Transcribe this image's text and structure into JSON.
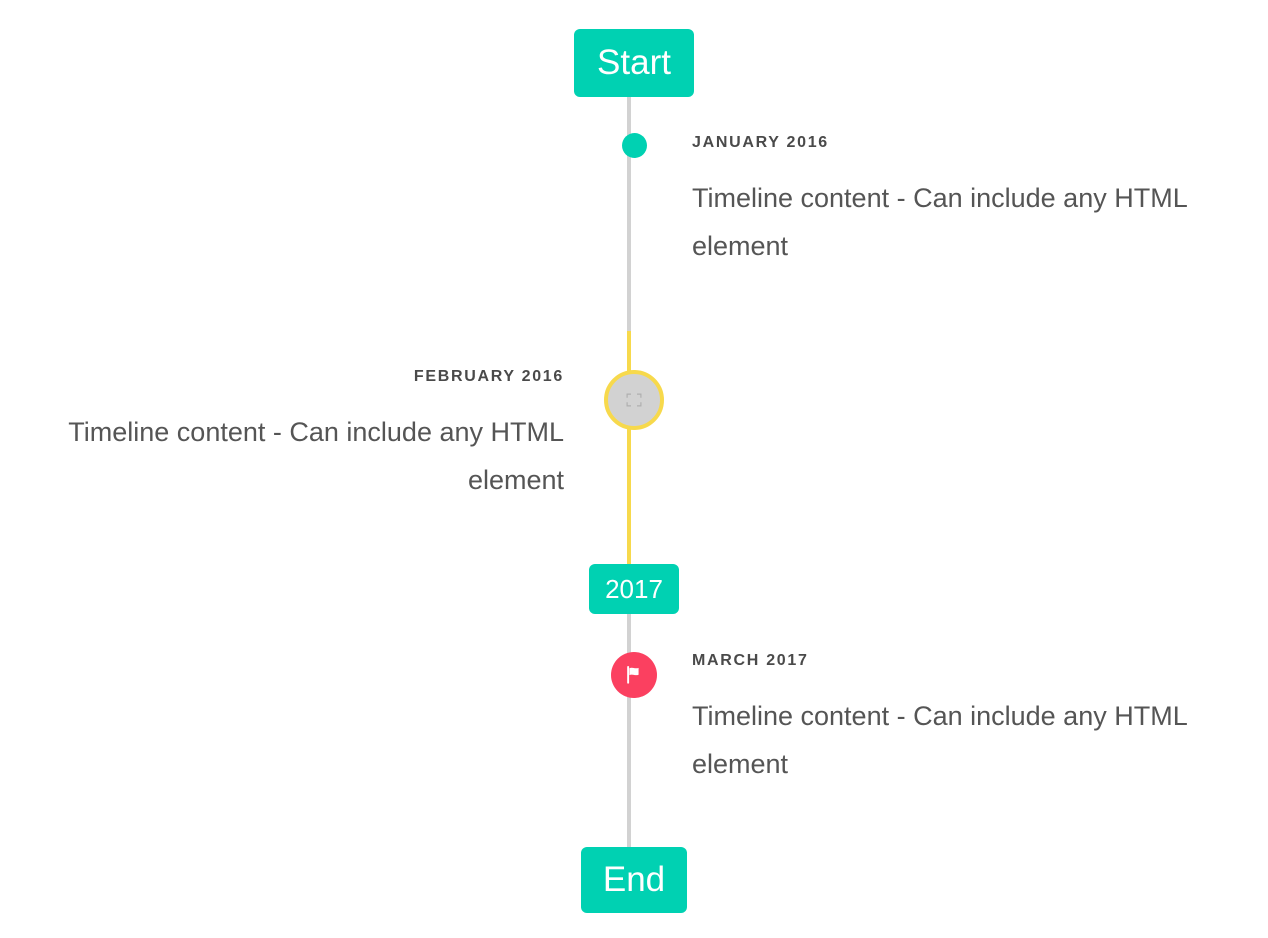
{
  "theme": {
    "accent_teal": "#00d1b2",
    "accent_yellow": "#f7d94c",
    "accent_pink": "#fb4060",
    "rail_grey": "#d2d2d2",
    "date_text": "#4a4a4a",
    "body_text": "#555555",
    "background": "#ffffff"
  },
  "timeline": {
    "start_label": "Start",
    "year_label": "2017",
    "end_label": "End",
    "events": [
      {
        "id": "january-2016",
        "date": "JANUARY 2016",
        "body": "Timeline content - Can include any HTML element",
        "side": "right",
        "marker": "dot-icon",
        "marker_color": "#00d1b2"
      },
      {
        "id": "february-2016",
        "date": "FEBRUARY 2016",
        "body": "Timeline content - Can include any HTML element",
        "side": "left",
        "marker": "broken-image-icon",
        "marker_color": "#f7d94c"
      },
      {
        "id": "march-2017",
        "date": "MARCH 2017",
        "body": "Timeline content - Can include any HTML element",
        "side": "right",
        "marker": "flag-icon",
        "marker_color": "#fb4060"
      }
    ]
  }
}
